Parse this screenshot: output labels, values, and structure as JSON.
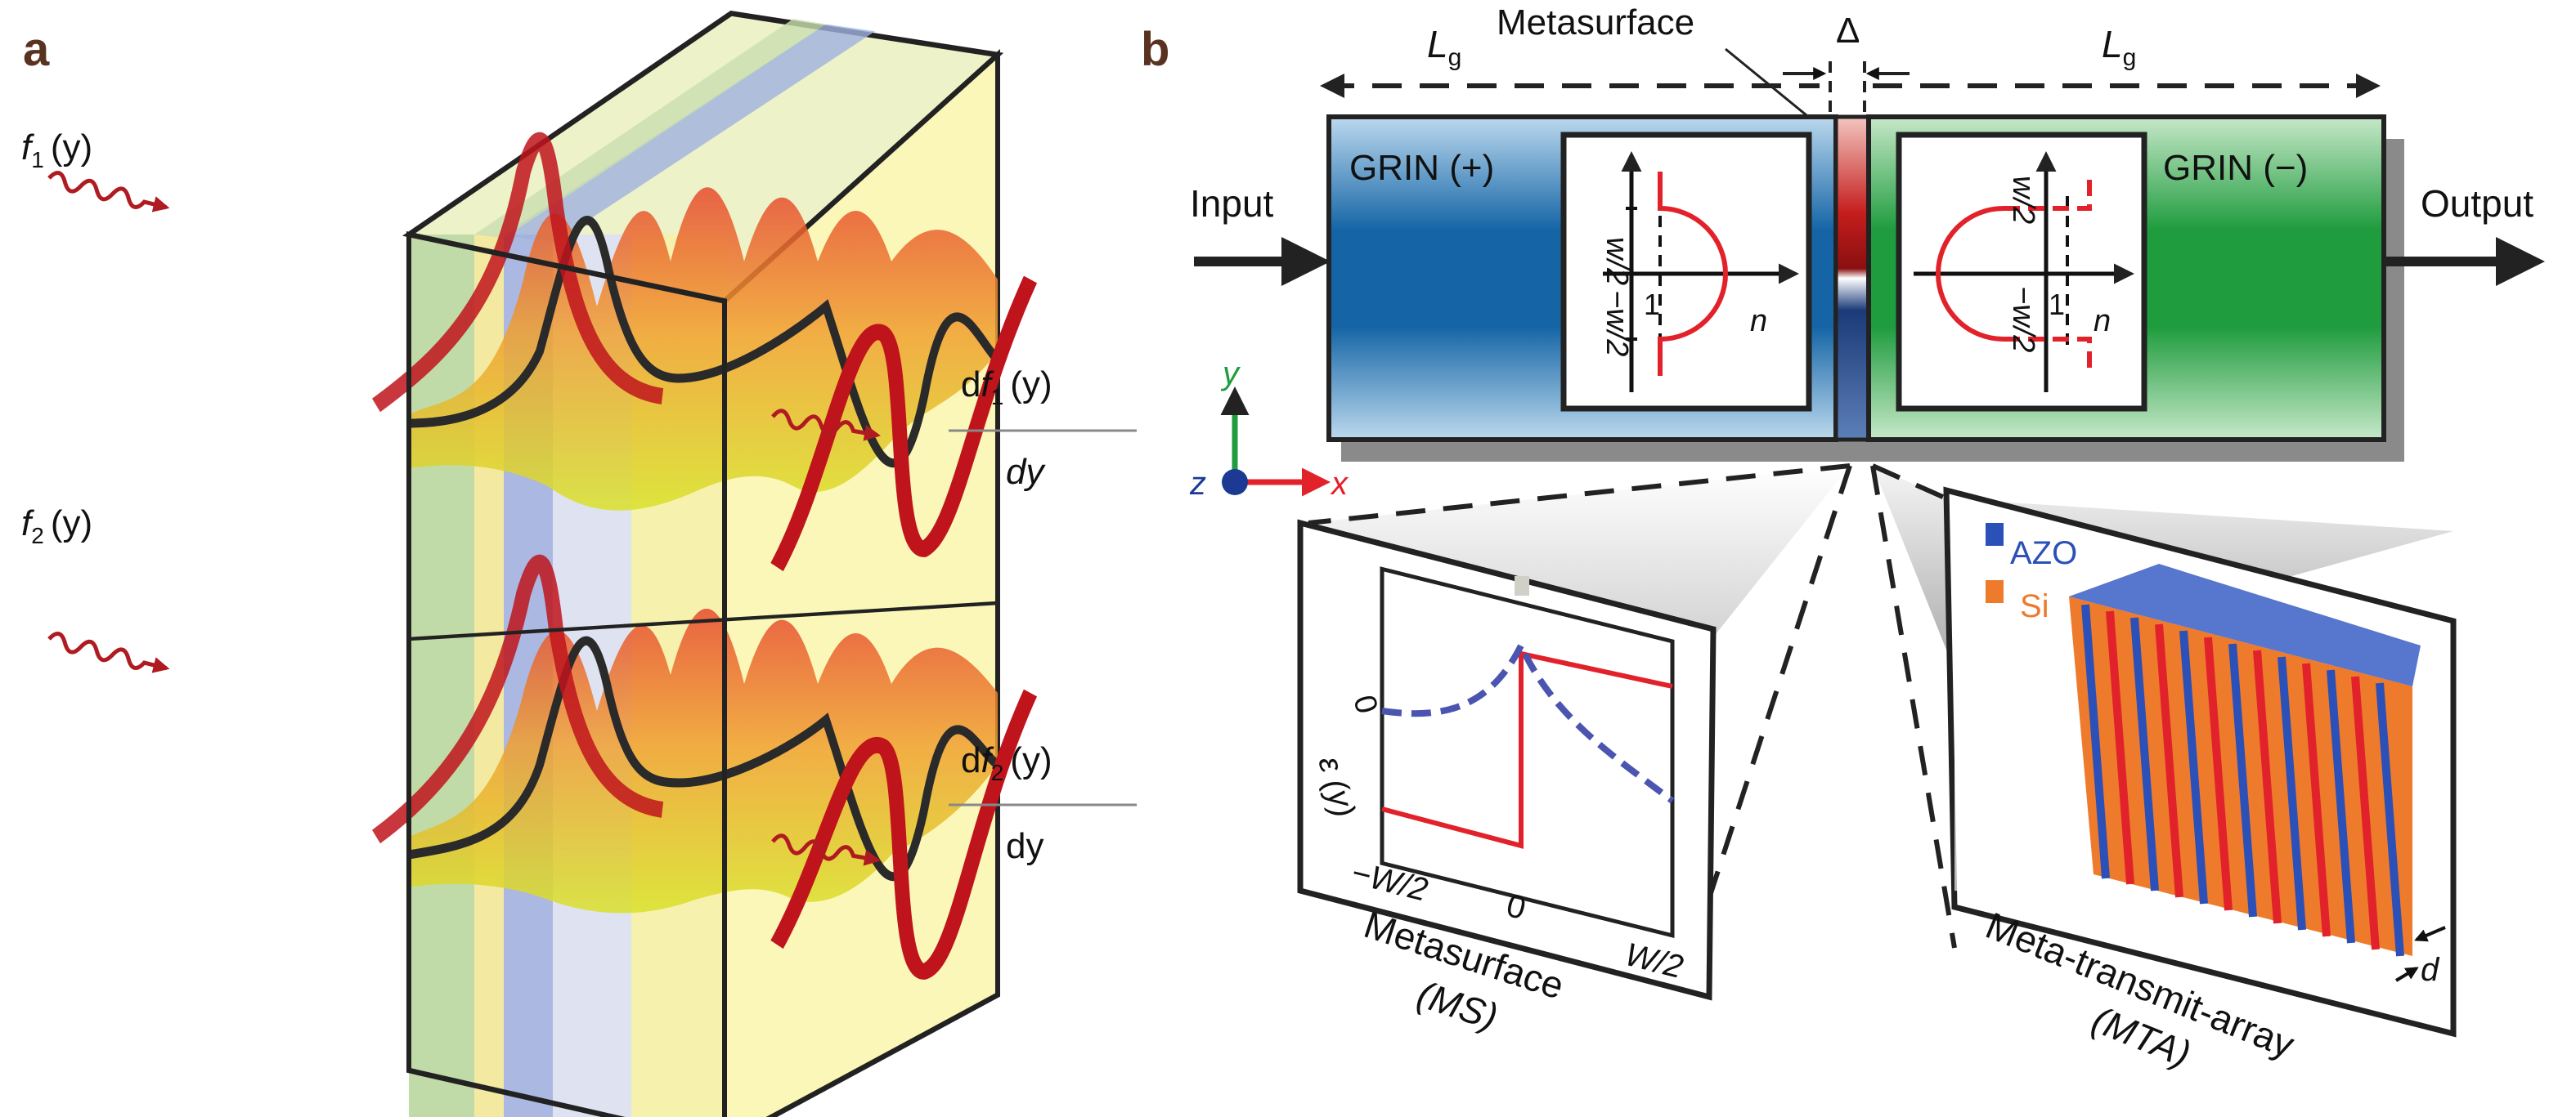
{
  "panel_a": {
    "label": "a",
    "input1_f": "f",
    "input1_sub": "1",
    "input1_arg": "(y)",
    "input2_f": "f",
    "input2_sub": "2",
    "input2_arg": "(y)",
    "output1_d": "d",
    "output1_f": "f",
    "output1_sub": "1",
    "output1_arg": "(y)",
    "output1_den": "dy",
    "output2_d": "d",
    "output2_f": "f",
    "output2_sub": "2",
    "output2_arg": "(y)",
    "output2_den": "dy"
  },
  "panel_b": {
    "label": "b",
    "lg_left": "L",
    "lg_left_sub": "g",
    "lg_right": "L",
    "lg_right_sub": "g",
    "delta": "Δ",
    "metasurface_top": "Metasurface",
    "input": "Input",
    "output": "Output",
    "grin_plus": "GRIN (+)",
    "grin_minus": "GRIN (−)",
    "inset_left": {
      "top": "w/2",
      "bottom": "−w/2",
      "one": "1",
      "n": "n"
    },
    "inset_right": {
      "top": "w/2",
      "bottom": "−w/2",
      "one": "1",
      "n": "n"
    },
    "axes": {
      "y": "y",
      "z": "z",
      "x": "x"
    },
    "ms_plot": {
      "ylabel": "ε (y)",
      "yzero": "0",
      "xmin": "−W/2",
      "xzero": "0",
      "xmax": "W/2"
    },
    "ms_caption1": "Metasurface",
    "ms_caption2": "(MS)",
    "mta_legend_azo": "AZO",
    "mta_legend_si": "Si",
    "mta_d": "d",
    "mta_caption1": "Meta-transmit-array",
    "mta_caption2": "(MTA)"
  },
  "colors": {
    "red": "#e2222a",
    "dark_red": "#a3161c",
    "grin_blue": "#1565a6",
    "grin_green": "#1f9c3e",
    "label_brown": "#5a3320",
    "azo_blue": "#2b50b8",
    "si_orange": "#ee7a2c",
    "dash_blue": "#4b55b0"
  }
}
